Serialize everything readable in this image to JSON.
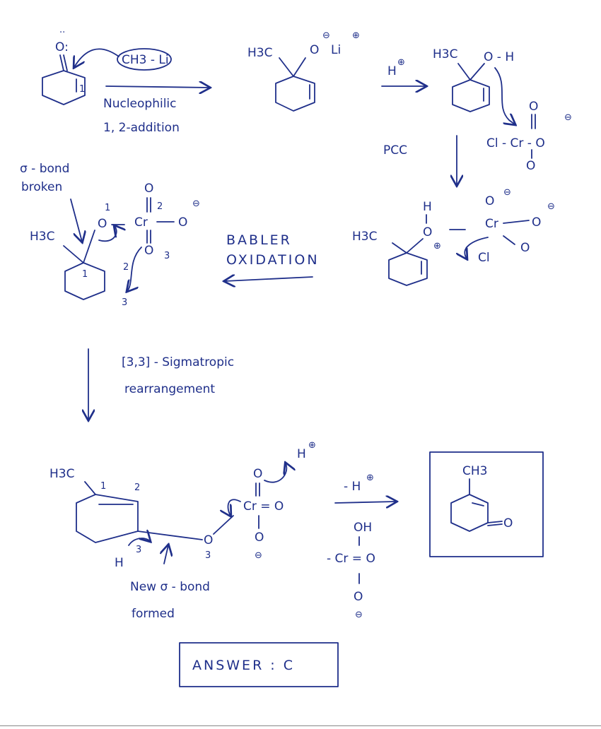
{
  "step1": {
    "reagent": "CH3 - Li",
    "reaction_label_line1": "Nucleophilic",
    "reaction_label_line2": "1, 2-addition",
    "num1": "1"
  },
  "alkoxide": {
    "methyl": "H3C",
    "oxygen": "O",
    "neg": "⊖",
    "counter_ion": "Li",
    "pos": "⊕"
  },
  "protonation": {
    "reagent": "H",
    "pos": "⊕",
    "methyl": "H3C",
    "oh": "O - H"
  },
  "pcc": {
    "label": "PCC",
    "reagent": "Cl - Cr - O",
    "o_top": "O",
    "o_bottom": "O",
    "neg": "⊖"
  },
  "chromate_ester": {
    "methyl": "H3C",
    "h": "H",
    "o": "O",
    "pos": "⊕",
    "cr": "Cr",
    "o_top": "O",
    "o_right": "O",
    "o_bottom": "O",
    "cl": "Cl",
    "neg1": "⊖",
    "neg2": "⊖"
  },
  "babler": {
    "line1": "BABLER",
    "line2": "OXIDATION"
  },
  "sigma_broken": {
    "line1": "σ - bond",
    "line2": "broken"
  },
  "ester2": {
    "methyl": "H3C",
    "o1": "O",
    "cr": "Cr",
    "o_top": "O",
    "o_right": "O",
    "o3": "O",
    "neg": "⊖",
    "n1": "1",
    "n2": "2",
    "n3": "3",
    "r1": "1",
    "r2": "2",
    "r3": "3"
  },
  "sigmatropic": {
    "line1": "[3,3] - Sigmatropic",
    "line2": "rearrangement"
  },
  "product_ester": {
    "methyl": "H3C",
    "n1": "1",
    "n2": "2",
    "n3": "3",
    "h": "H",
    "o": "O",
    "o3": "3",
    "cr": "Cr = O",
    "o_top": "O",
    "o_bottom": "O",
    "neg": "⊖",
    "h_plus": "H",
    "pos": "⊕",
    "new_bond_line1": "New σ - bond",
    "new_bond_line2": "formed"
  },
  "deprotonation": {
    "label": "- H",
    "pos": "⊕",
    "oh": "OH",
    "cr": "- Cr = O",
    "o": "O",
    "neg": "⊖"
  },
  "final_product": {
    "methyl": "CH3",
    "carbonyl_o": "O"
  },
  "answer": "ANSWER : C"
}
